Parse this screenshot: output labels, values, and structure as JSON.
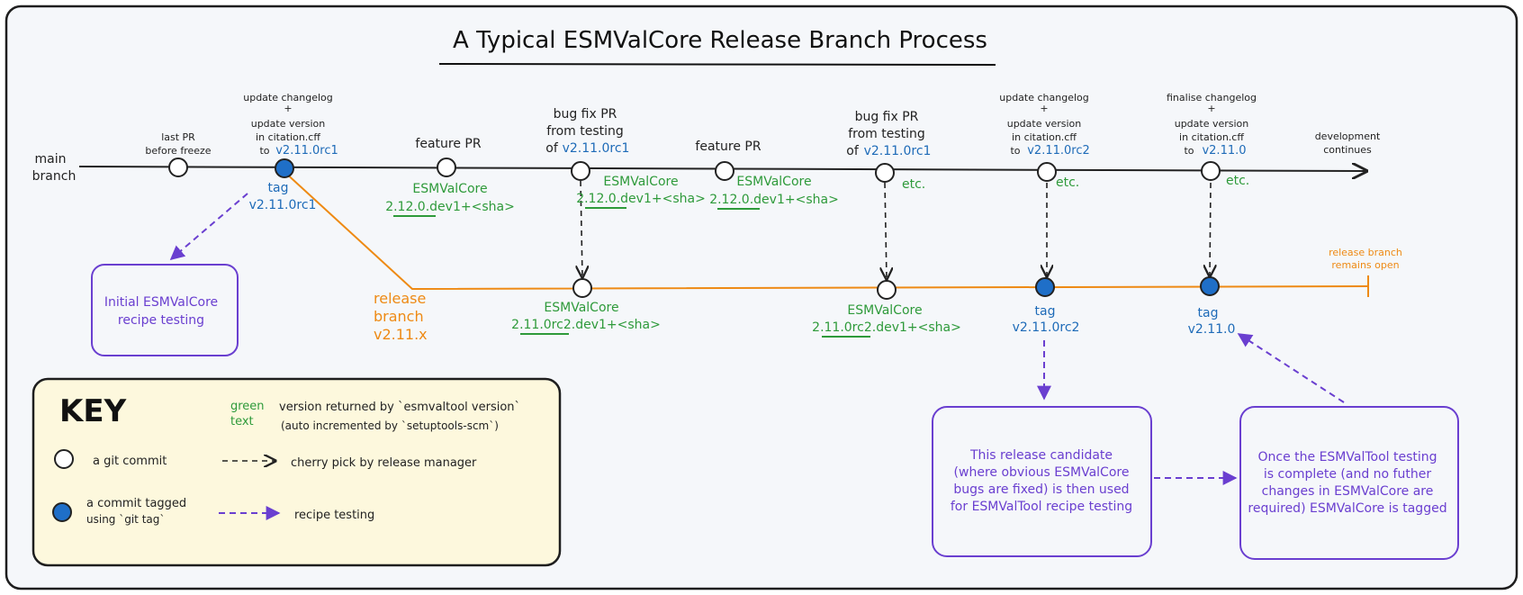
{
  "title": "A Typical ESMValCore Release Branch Process",
  "colors": {
    "main_line": "#222222",
    "release_line": "#ee8a14",
    "version_text": "#2e9a3a",
    "tag_text": "#1e6bb8",
    "recipe_testing": "#6a3fd0",
    "tagged_commit_fill": "#1f6fc8",
    "key_background": "#fdf8dd",
    "panel_background": "#f5f7fa"
  },
  "main_branch": {
    "line1": "main",
    "line2": "branch",
    "continues1": "development",
    "continues2": "continues"
  },
  "release_branch": {
    "line1": "release",
    "line2": "branch",
    "line3": "v2.11.x",
    "open1": "release branch",
    "open2": "remains open"
  },
  "main_commits": {
    "last_pr": {
      "line1": "last PR",
      "line2": "before freeze"
    },
    "rc1_update": {
      "line1": "update changelog",
      "line2": "+",
      "line3": "update version",
      "line4": "in citation.cff",
      "to": "to",
      "version": "v2.11.0rc1"
    },
    "feature_pr_1": {
      "label": "feature PR"
    },
    "bugfix_1": {
      "line1": "bug fix PR",
      "line2": "from testing",
      "of": "of",
      "version": "v2.11.0rc1"
    },
    "feature_pr_2": {
      "label": "feature PR"
    },
    "bugfix_2": {
      "line1": "bug fix PR",
      "line2": "from testing",
      "of": "of",
      "version": "v2.11.0rc1"
    },
    "rc2_update": {
      "line1": "update changelog",
      "line2": "+",
      "line3": "update version",
      "line4": "in citation.cff",
      "to": "to",
      "version": "v2.11.0rc2"
    },
    "final_update": {
      "line1": "finalise changelog",
      "line2": "+",
      "line3": "update version",
      "line4": "in citation.cff",
      "to": "to",
      "version": "v2.11.0"
    }
  },
  "etc_label": "etc.",
  "tags": {
    "rc1": {
      "word": "tag",
      "version": "v2.11.0rc1"
    },
    "rc2": {
      "word": "tag",
      "version": "v2.11.0rc2"
    },
    "final": {
      "word": "tag",
      "version": "v2.11.0"
    }
  },
  "versions": {
    "main_1": {
      "name": "ESMValCore",
      "version": "2.12.0.dev1+<sha>"
    },
    "main_2": {
      "name": "ESMValCore",
      "version": "2.12.0.dev1+<sha>"
    },
    "main_3": {
      "name": "ESMValCore",
      "version": "2.12.0.dev1+<sha>"
    },
    "release_1": {
      "name": "ESMValCore",
      "version": "2.11.0rc2.dev1+<sha>"
    },
    "release_2": {
      "name": "ESMValCore",
      "version": "2.11.0rc2.dev1+<sha>"
    }
  },
  "boxes": {
    "initial": {
      "line1": "Initial ESMValCore",
      "line2": "recipe testing"
    },
    "rc_testing": {
      "line1": "This release candidate",
      "line2": "(where obvious ESMValCore",
      "line3": "bugs are fixed) is then used",
      "line4": "for ESMValTool recipe testing"
    },
    "final_testing": {
      "line1": "Once the ESMValTool testing",
      "line2": "is complete (and no futher",
      "line3": "changes in ESMValCore are",
      "line4": "required) ESMValCore is tagged"
    }
  },
  "key": {
    "title": "KEY",
    "green_word1": "green",
    "green_word2": "text",
    "version_desc1": "version returned by `esmvaltool version`",
    "version_desc2": "(auto incremented by `setuptools-scm`)",
    "git_commit": "a git commit",
    "cherry_pick": "cherry pick by release manager",
    "tagged_commit1": "a commit tagged",
    "tagged_commit2": "using `git tag`",
    "recipe_testing": "recipe testing"
  }
}
